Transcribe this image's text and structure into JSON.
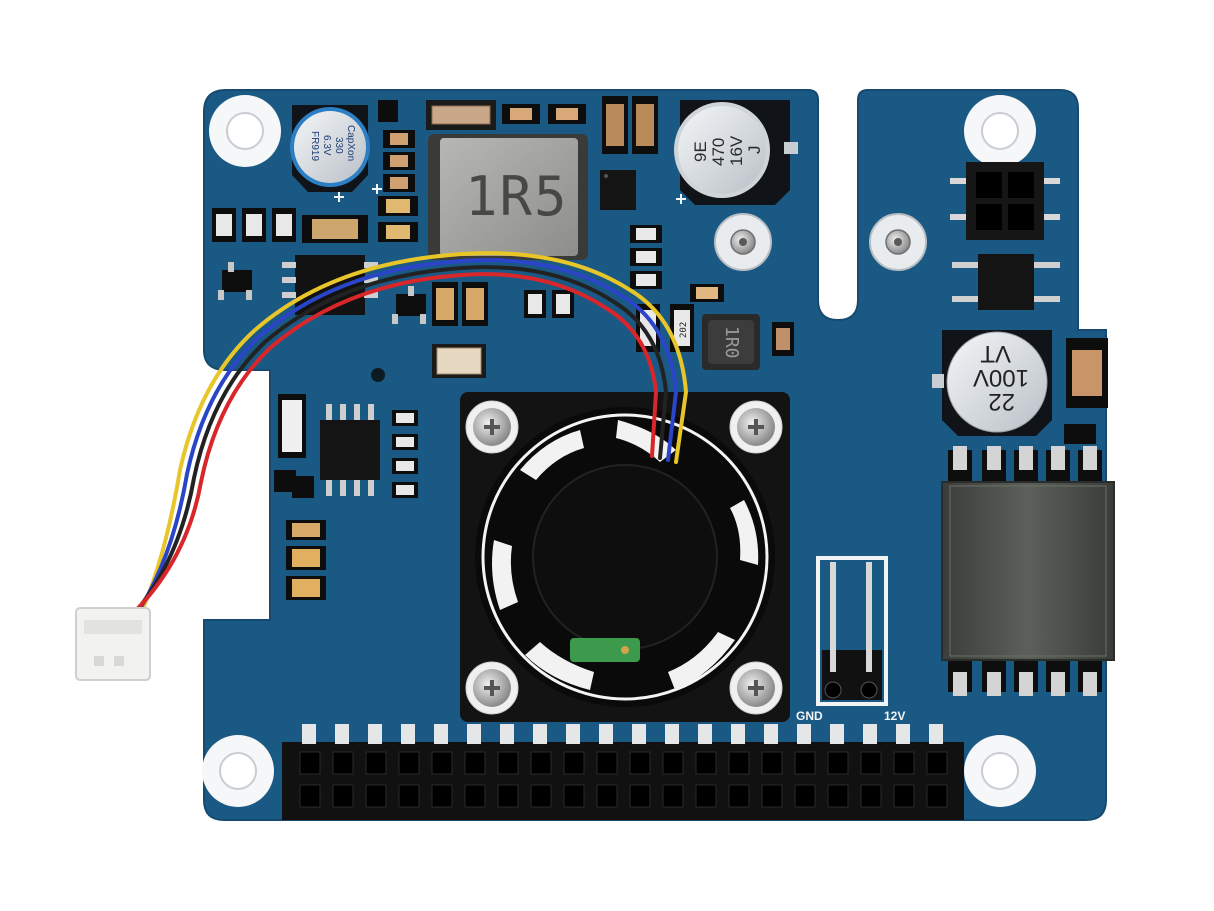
{
  "board": {
    "pcb_color": "#1a5a87",
    "pcb_light": "#2a6f9e",
    "silk_white": "#f2f4f5",
    "inductor_label": "1R5",
    "small_inductor_label": "1R0",
    "resistor_202_label": "202",
    "header_label_gnd": "GND",
    "header_label_12v": "12V"
  },
  "capacitors": {
    "capxon": {
      "lines": [
        "CapXon",
        "330",
        "6.3V",
        "FR919"
      ]
    },
    "cap_470": {
      "lines": [
        "9E",
        "470",
        "16V",
        "J"
      ]
    },
    "cap_22": {
      "lines": [
        "22",
        "100V",
        "VT"
      ]
    }
  },
  "cable_colors": [
    "#e8c62a",
    "#2a45c8",
    "#222222",
    "#d8262a"
  ],
  "fan": {
    "label": "fan-40mm"
  },
  "gpio": {
    "pins_per_row": 20,
    "rows": 2
  }
}
